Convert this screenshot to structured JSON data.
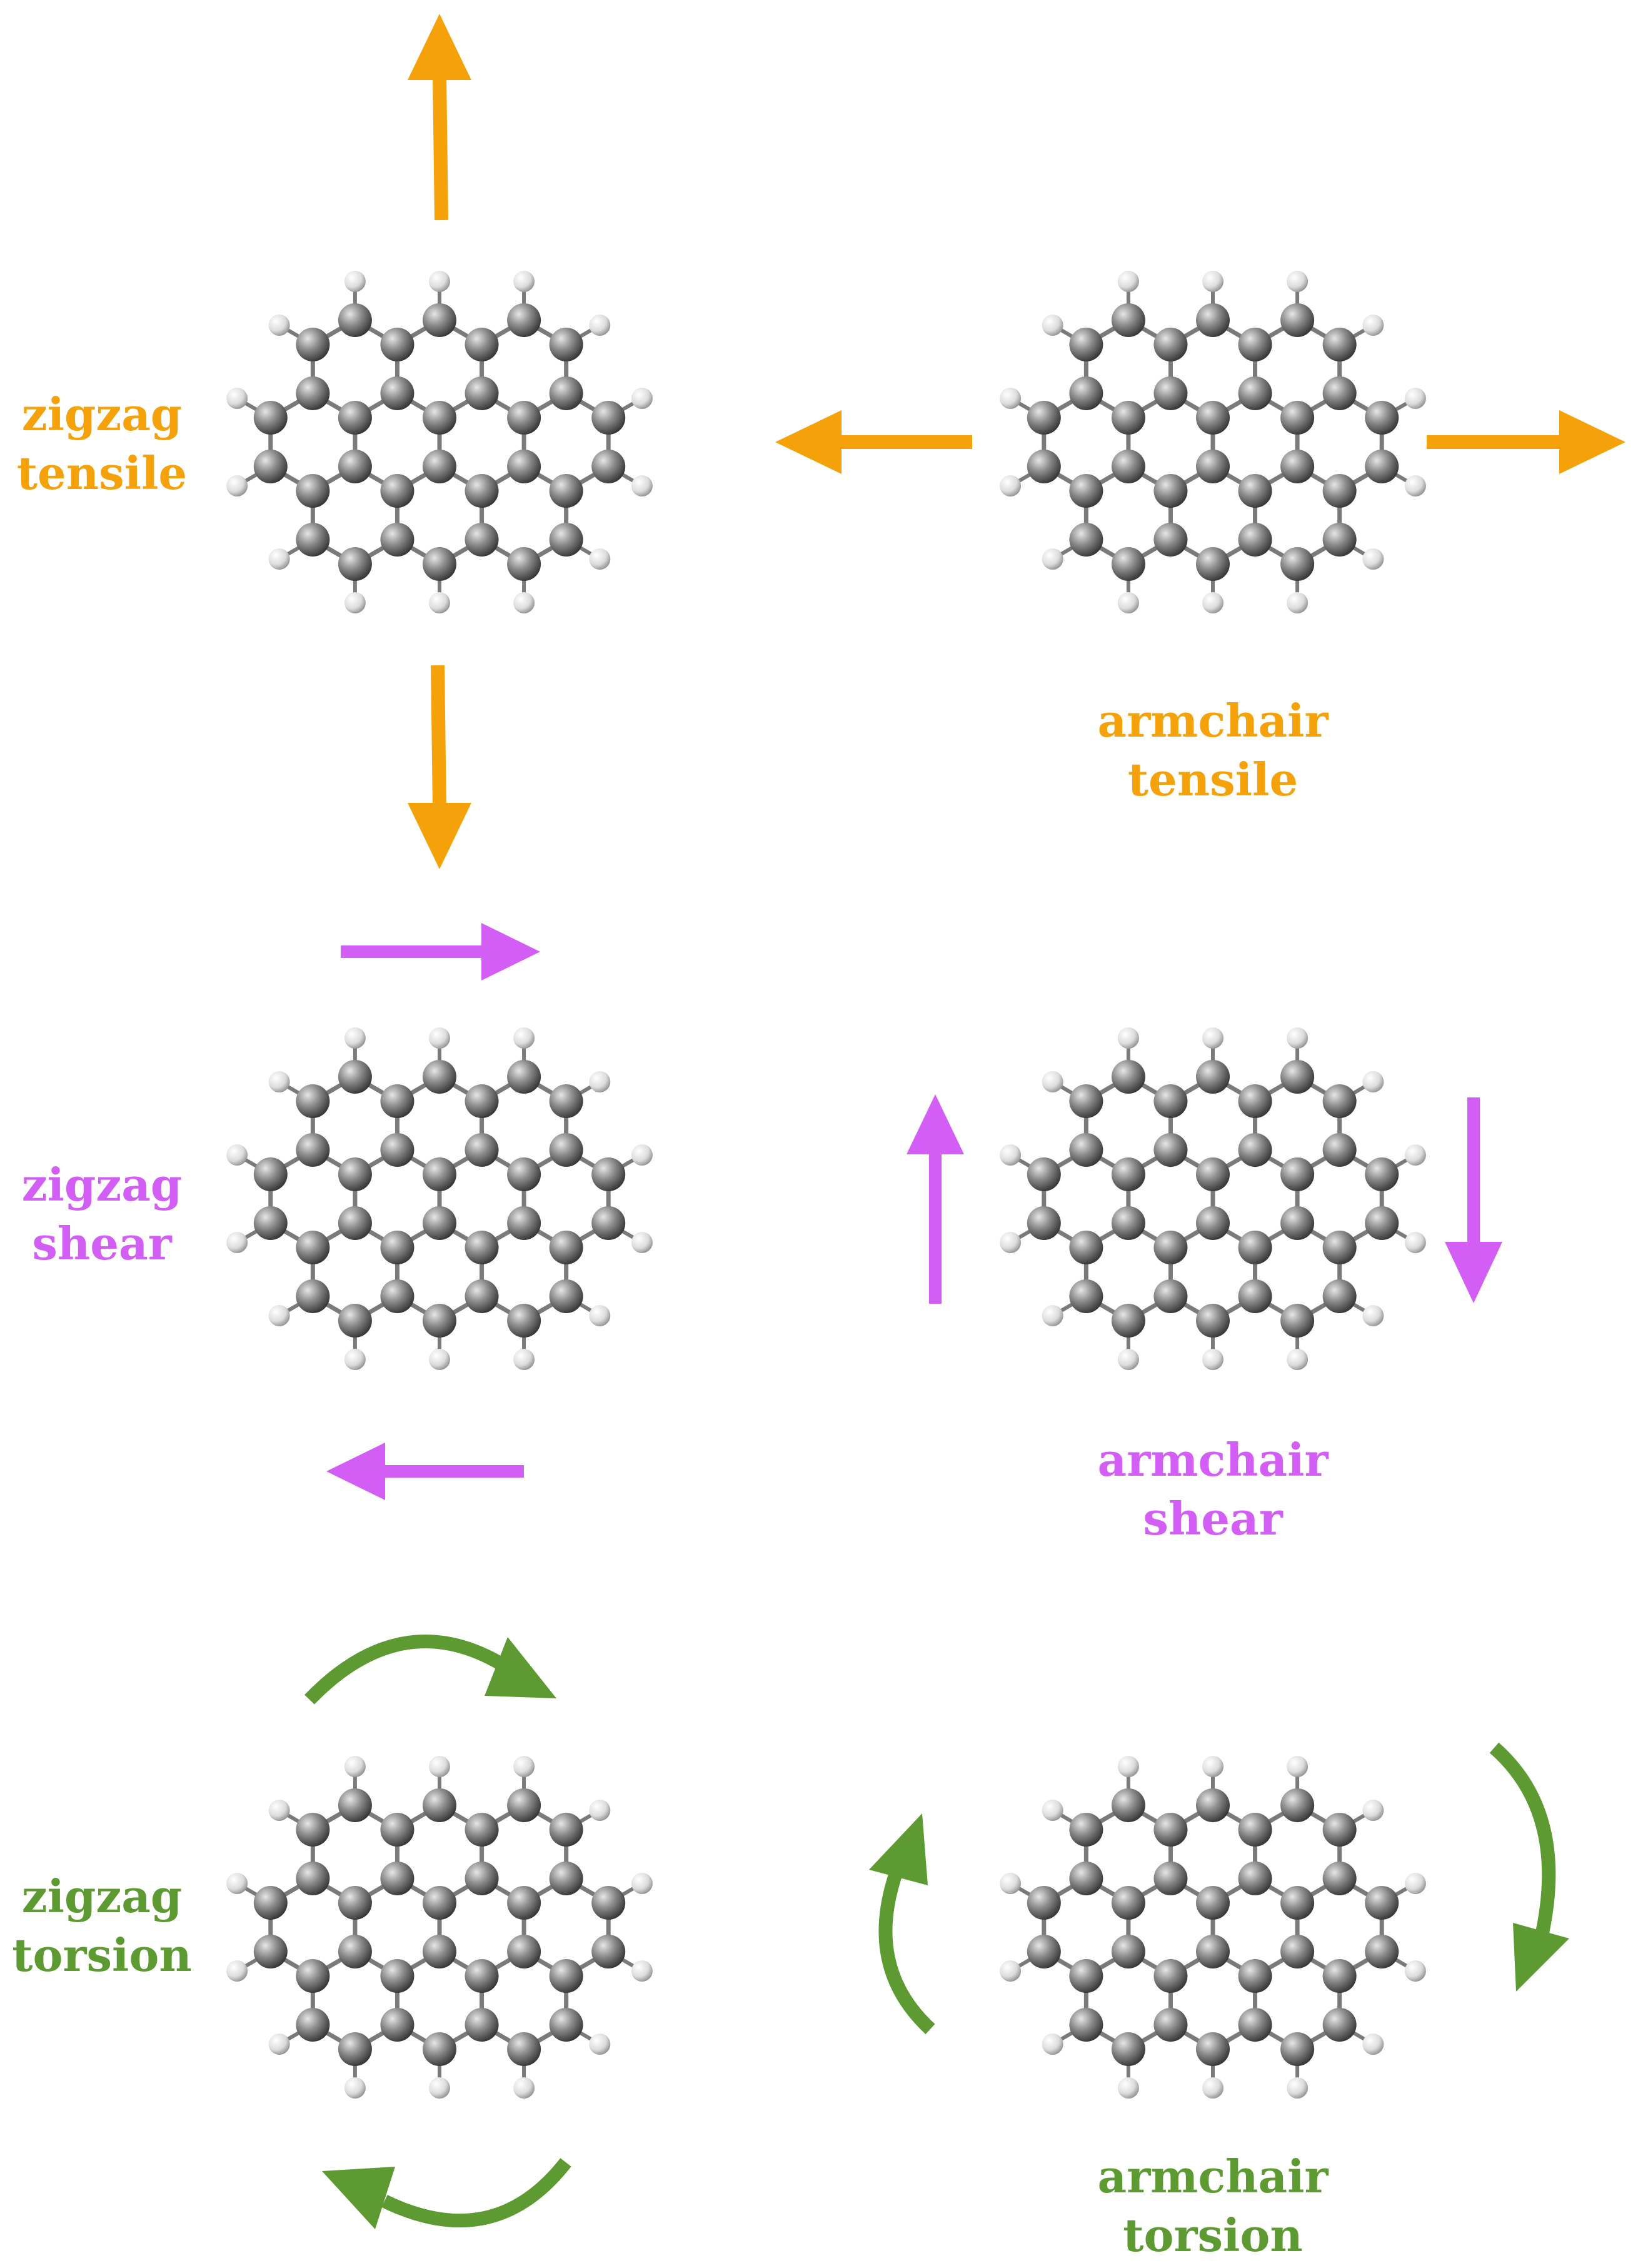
{
  "colors": {
    "tensile": "#f5a20a",
    "shear": "#d35ef5",
    "torsion": "#5e9a32",
    "carbon_dark": "#3a3a3a",
    "carbon_light": "#bdbdbd",
    "hydrogen_dark": "#8a8a8a",
    "hydrogen_light": "#ffffff",
    "bond": "#7a7a7a"
  },
  "labels": {
    "zigzag_tensile": [
      "zigzag",
      "tensile"
    ],
    "armchair_tensile": [
      "armchair",
      "tensile"
    ],
    "zigzag_shear": [
      "zigzag",
      "shear"
    ],
    "armchair_shear": [
      "armchair",
      "shear"
    ],
    "zigzag_torsion": [
      "zigzag",
      "torsion"
    ],
    "armchair_torsion": [
      "armchair",
      "torsion"
    ]
  },
  "panels": [
    {
      "id": "zigzag-tensile",
      "load": "tensile",
      "edge": "zigzag"
    },
    {
      "id": "armchair-tensile",
      "load": "tensile",
      "edge": "armchair"
    },
    {
      "id": "zigzag-shear",
      "load": "shear",
      "edge": "zigzag"
    },
    {
      "id": "armchair-shear",
      "load": "shear",
      "edge": "armchair"
    },
    {
      "id": "zigzag-torsion",
      "load": "torsion",
      "edge": "zigzag"
    },
    {
      "id": "armchair-torsion",
      "load": "torsion",
      "edge": "armchair"
    }
  ]
}
